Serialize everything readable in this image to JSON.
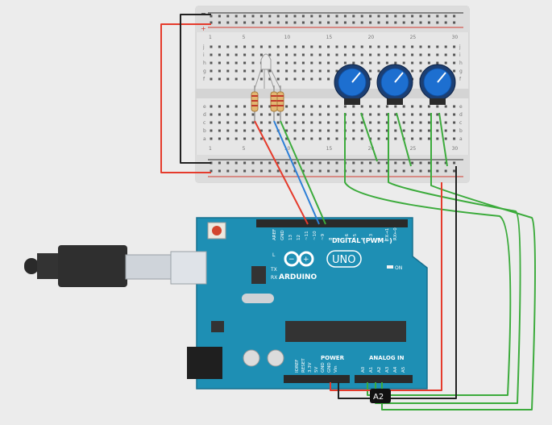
{
  "breadboard": {
    "col_numbers": [
      "1",
      "5",
      "10",
      "15",
      "20",
      "25",
      "30"
    ],
    "row_letters_top": [
      "j",
      "i",
      "h",
      "g",
      "f"
    ],
    "row_letters_bottom": [
      "e",
      "d",
      "c",
      "b",
      "a"
    ],
    "rail_plus": "+",
    "rail_minus": "−"
  },
  "components": {
    "potentiometers": [
      {
        "name": "potentiometer-1"
      },
      {
        "name": "potentiometer-2"
      },
      {
        "name": "potentiometer-3"
      }
    ],
    "rgb_led": {
      "name": "rgb-led"
    },
    "resistors": 3
  },
  "arduino": {
    "brand": "ARDUINO",
    "model": "UNO",
    "digital_label": "DIGITAL (PWM~)",
    "power_label": "POWER",
    "analog_label": "ANALOG IN",
    "on_label": "ON",
    "tx_label": "TX",
    "rx_label": "RX",
    "l_label": "L",
    "digital_pins": [
      "AREF",
      "GND",
      "13",
      "12",
      "~11",
      "~10",
      "~9",
      "8",
      "7",
      "~6",
      "~5",
      "4",
      "~3",
      "2",
      "TX→1",
      "RX←0"
    ],
    "power_pins": [
      "IOREF",
      "RESET",
      "3.3V",
      "5V",
      "GND",
      "GND",
      "Vin"
    ],
    "analog_pins": [
      "A0",
      "A1",
      "A2",
      "A3",
      "A4",
      "A5"
    ]
  },
  "tooltip": {
    "text": "A2"
  },
  "colors": {
    "wire_red": "#e53b2c",
    "wire_black": "#222222",
    "wire_green": "#3cab3c",
    "wire_blue": "#2d7fd6",
    "board_teal": "#1e8fb4",
    "pot_blue": "#1d6fd0"
  }
}
